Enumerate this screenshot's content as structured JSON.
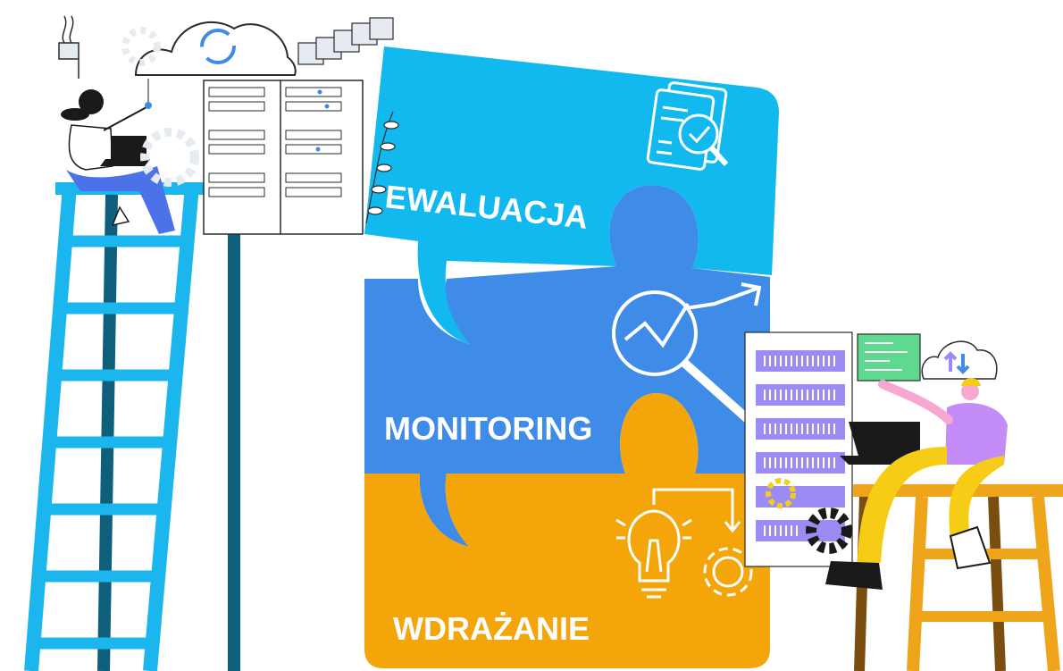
{
  "labels": {
    "evaluation": "EWALUACJA",
    "monitoring": "MONITORING",
    "implementation": "WDRAŻANIE"
  },
  "colors": {
    "evaluation": "#12b9ef",
    "monitoring": "#3f8ce8",
    "implementation": "#f3a50a",
    "ladder_left": "#1bb6ee",
    "post_dark": "#0e5f7c",
    "ladder_right": "#efa51a",
    "server_purple": "#9b8cf5",
    "person_shirt": "#c38cf7",
    "person_pants": "#f6cc16",
    "person_pants_left": "#4b72e8",
    "code_screen": "#5fd890"
  },
  "icons": {
    "evaluation": "document-check-icon",
    "monitoring": "magnifier-trend-icon",
    "implementation": "lightbulb-gear-icon"
  }
}
